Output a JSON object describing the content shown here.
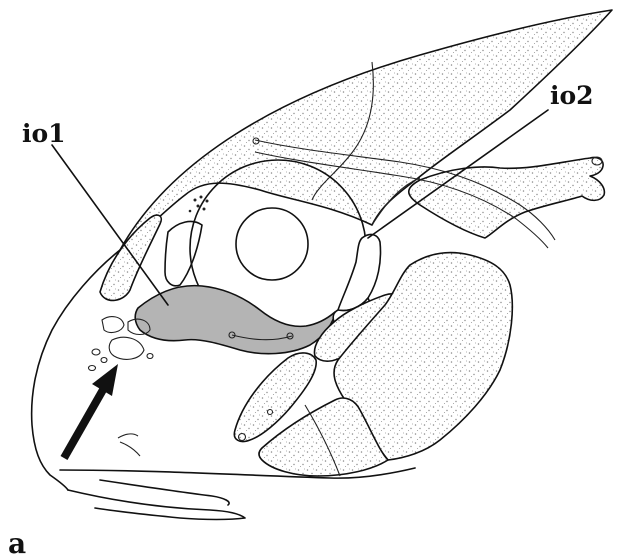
{
  "figure": {
    "panel_label": "a",
    "labels": {
      "io1": "io1",
      "io2": "io2"
    },
    "colors": {
      "outline": "#111111",
      "shaded_bone": "#b4b4b4",
      "stipple": "#8a8a8a",
      "background": "#ffffff"
    }
  }
}
